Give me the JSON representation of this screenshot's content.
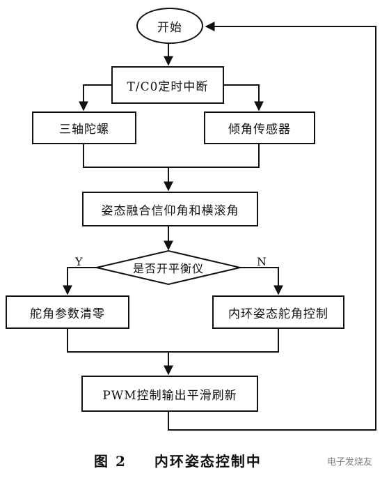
{
  "diagram": {
    "start": "开始",
    "timer_interrupt": "T/C0定时中断",
    "gyro": "三轴陀螺",
    "tilt_sensor": "倾角传感器",
    "fusion": "姿态融合信仰角和横滚角",
    "decision": "是否开平衡仪",
    "branch_yes": "Y",
    "branch_no": "N",
    "clear_params": "舵角参数清零",
    "inner_control": "内环姿态舵角控制",
    "pwm_output": "PWM控制输出平滑刷新"
  },
  "caption": {
    "figure_number": "图 2",
    "title": "内环姿态控制中"
  },
  "watermark": {
    "text": "电子发烧友"
  }
}
